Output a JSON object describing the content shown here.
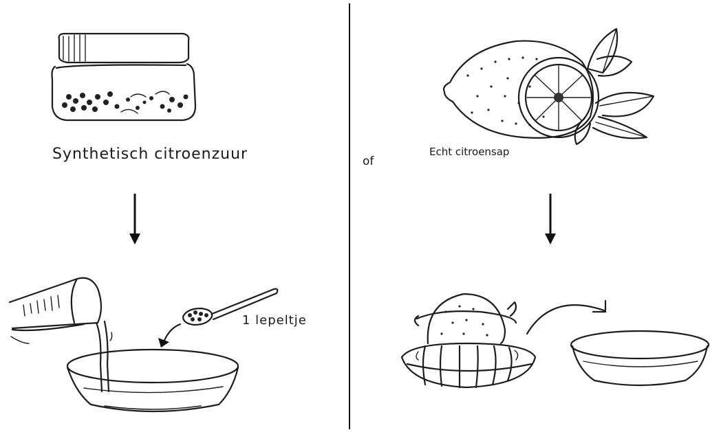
{
  "left": {
    "source_label": "Synthetisch citroenzuur",
    "spoon_label": "1 lepeltje"
  },
  "right": {
    "source_label": "Echt citroensap",
    "or_label": "of"
  },
  "icons": [
    "jar-of-crystals-icon",
    "lemon-with-leaves-icon",
    "measuring-cup-icon",
    "spoon-icon",
    "bowl-icon",
    "citrus-juicer-icon",
    "down-arrow-icon",
    "curved-arrow-icon"
  ]
}
